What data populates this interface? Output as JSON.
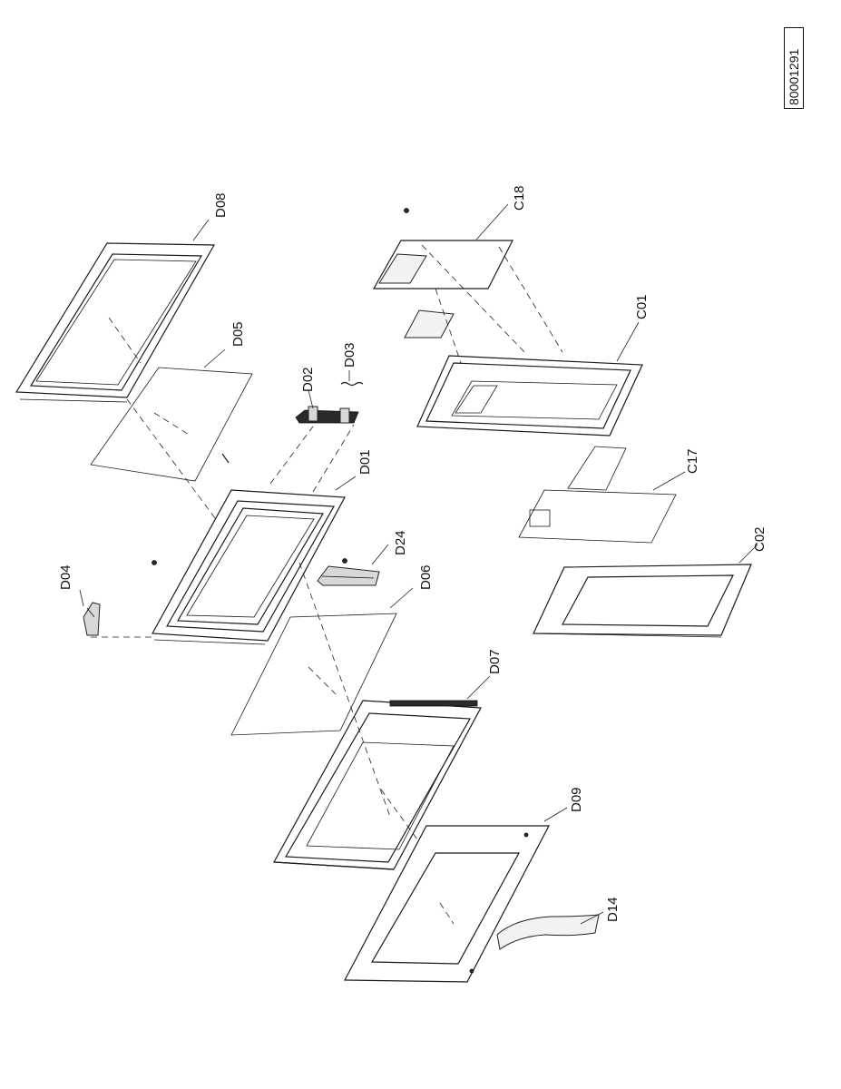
{
  "document": {
    "id": "80001291"
  },
  "parts": [
    {
      "key": "d08",
      "label": "D08"
    },
    {
      "key": "d05",
      "label": "D05"
    },
    {
      "key": "d02",
      "label": "D02"
    },
    {
      "key": "d03",
      "label": "D03"
    },
    {
      "key": "d01",
      "label": "D01"
    },
    {
      "key": "d04",
      "label": "D04"
    },
    {
      "key": "d24",
      "label": "D24"
    },
    {
      "key": "d06",
      "label": "D06"
    },
    {
      "key": "d07",
      "label": "D07"
    },
    {
      "key": "d09",
      "label": "D09"
    },
    {
      "key": "d14",
      "label": "D14"
    },
    {
      "key": "c18",
      "label": "C18"
    },
    {
      "key": "c01",
      "label": "C01"
    },
    {
      "key": "c17",
      "label": "C17"
    },
    {
      "key": "c02",
      "label": "C02"
    }
  ]
}
